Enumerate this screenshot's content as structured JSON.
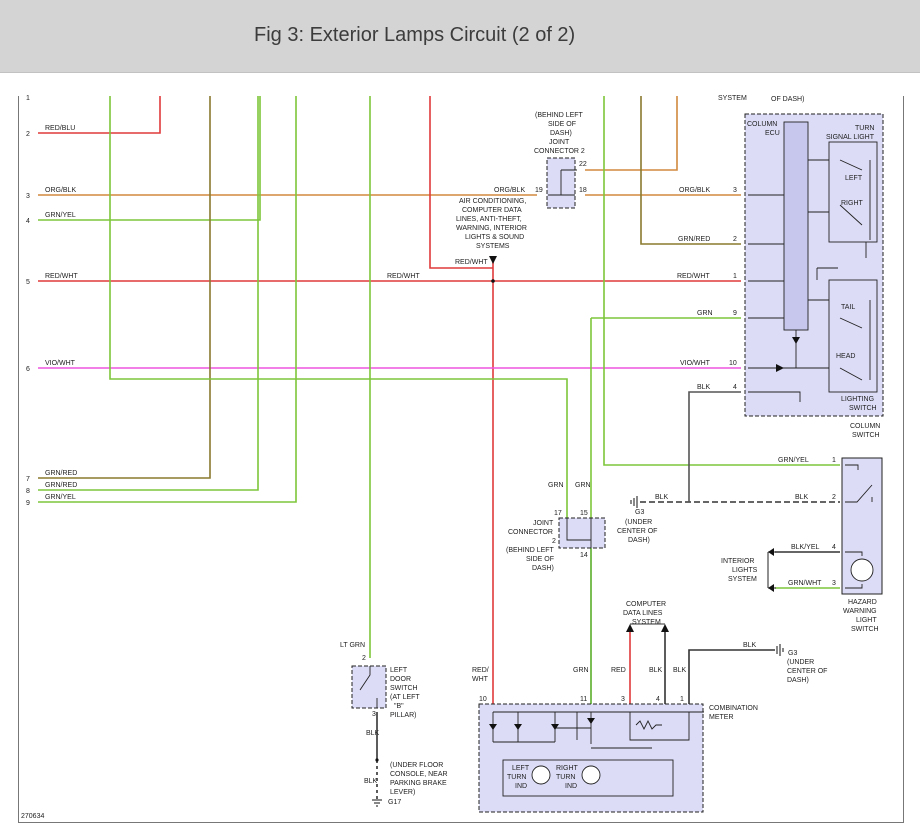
{
  "header": {
    "title": "Fig 3: Exterior Lamps Circuit (2 of 2)"
  },
  "colors": {
    "red": "#e03a3a",
    "orange": "#d0893e",
    "green": "#7dc63a",
    "green_dark": "#5aad2a",
    "olive": "#8a7a2f",
    "pink": "#ee55e0",
    "black": "#333333",
    "box_fill": "#dcdcf7"
  },
  "diagram_id": "270634",
  "left_pins": [
    "1",
    "2",
    "3",
    "4",
    "5",
    "6",
    "7",
    "8",
    "9"
  ],
  "wire_labels": {
    "red_blu": "RED/BLU",
    "org_blk": "ORG/BLK",
    "grn_yel": "GRN/YEL",
    "red_wht": "RED/WHT",
    "vio_wht": "VIO/WHT",
    "grn_red": "GRN/RED",
    "grn": "GRN",
    "blk": "BLK",
    "lt_grn": "LT GRN",
    "blk_yel": "BLK/YEL",
    "grn_wht": "GRN/WHT",
    "red": "RED",
    "red_wht_split_1": "RED/",
    "red_wht_split_2": "WHT"
  },
  "top_cut": {
    "line1": "SYSTEM",
    "line2": "OF DASH)"
  },
  "joint_connector_2": {
    "location": [
      "(BEHIND LEFT",
      "SIDE OF",
      "DASH)"
    ],
    "name": [
      "JOINT",
      "CONNECTOR 2"
    ],
    "pins": {
      "p22": "22",
      "p19": "19",
      "p18": "18"
    }
  },
  "ac_systems": [
    "AIR CONDITIONING,",
    "COMPUTER DATA",
    "LINES, ANTI-THEFT,",
    "WARNING, INTERIOR",
    "LIGHTS & SOUND",
    "SYSTEMS"
  ],
  "column_switch": {
    "ecu": [
      "COLUMN",
      "ECU"
    ],
    "turn_signal": [
      "TURN",
      "SIGNAL LIGHT"
    ],
    "left": "LEFT",
    "right": "RIGHT",
    "tail": "TAIL",
    "head": "HEAD",
    "lighting": [
      "LIGHTING",
      "SWITCH"
    ],
    "name": [
      "COLUMN",
      "SWITCH"
    ],
    "pins": {
      "p3": "3",
      "p2": "2",
      "p1": "1",
      "p9": "9",
      "p10": "10",
      "p4": "4"
    }
  },
  "ground_g3_a": {
    "name": "G3",
    "location": [
      "(UNDER",
      "CENTER OF",
      "DASH)"
    ]
  },
  "joint_connector": {
    "name": [
      "JOINT",
      "CONNECTOR"
    ],
    "location": [
      "(BEHIND LEFT",
      "SIDE OF",
      "DASH)"
    ],
    "pins": {
      "p17": "17",
      "p15": "15",
      "p2": "2",
      "p14": "14"
    }
  },
  "hazard_switch": {
    "name": [
      "HAZARD",
      "WARNING",
      "LIGHT",
      "SWITCH"
    ],
    "pins": {
      "p1": "1",
      "p2": "2",
      "p4": "4",
      "p3": "3"
    }
  },
  "interior_lights": [
    "INTERIOR",
    "LIGHTS",
    "SYSTEM"
  ],
  "computer_data": [
    "COMPUTER",
    "DATA LINES",
    "SYSTEM"
  ],
  "ground_g3_b": {
    "name": "G3",
    "location": [
      "(UNDER",
      "CENTER OF",
      "DASH)"
    ]
  },
  "door_switch": {
    "name": [
      "LEFT",
      "DOOR",
      "SWITCH",
      "(AT LEFT",
      "\"B\"",
      "PILLAR)"
    ],
    "pins": {
      "p2": "2",
      "p3": "3"
    }
  },
  "ground_g17": {
    "name": "G17",
    "location": [
      "(UNDER FLOOR",
      "CONSOLE, NEAR",
      "PARKING BRAKE",
      "LEVER)"
    ]
  },
  "combination_meter": {
    "name": [
      "COMBINATION",
      "METER"
    ],
    "left_ind": [
      "LEFT",
      "TURN",
      "IND"
    ],
    "right_ind": [
      "RIGHT",
      "TURN",
      "IND"
    ],
    "pins": {
      "p10": "10",
      "p11": "11",
      "p3": "3",
      "p4": "4",
      "p1": "1"
    }
  }
}
